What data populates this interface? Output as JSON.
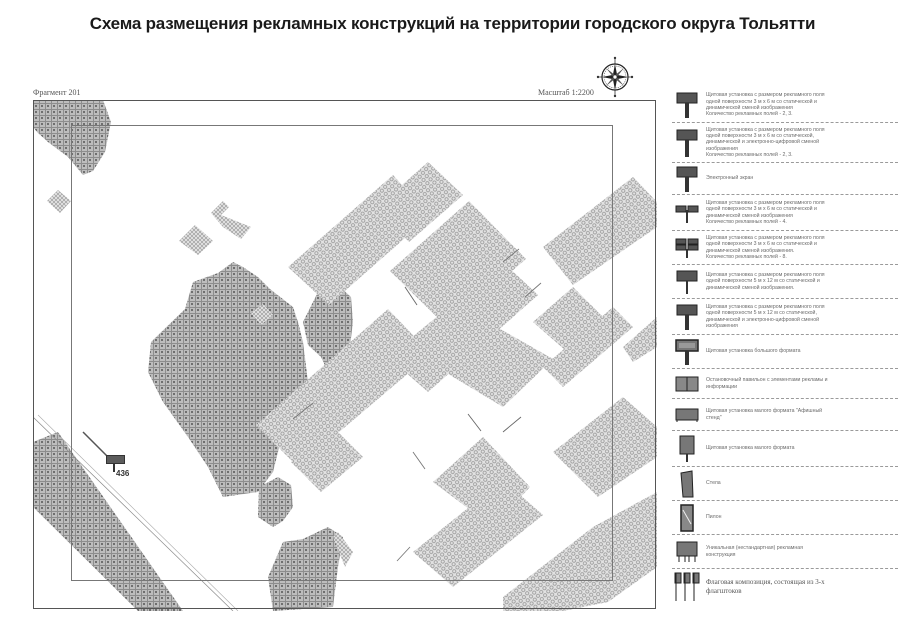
{
  "header": {
    "title": "Схема размещения рекламных конструкций на территории городского округа Тольятти"
  },
  "map": {
    "fragment_label": "Фрагмент 201",
    "scale_label": "Масштаб 1:2200",
    "compass_icon": "compass-rose-icon",
    "markers": [
      {
        "id": "436",
        "label": "436",
        "type": "billboard-3x6-static"
      }
    ],
    "colors": {
      "frame": "#555555",
      "hatch": "#a8a8a8",
      "marker": "#555555"
    }
  },
  "legend": {
    "items": [
      {
        "icon": "billboard-static-icon",
        "lines": [
          "Щитовая установка с размером рекламного поля",
          "одной поверхности 3 м х 6 м со статической и",
          "динамической сменой изображения",
          "Количество рекламных полей - 2, 3."
        ]
      },
      {
        "icon": "billboard-digital-icon",
        "lines": [
          "Щитовая установка с размером рекламного поля",
          "одной поверхности 3 м х 6 м со статической,",
          "динамической и электронно-цифровой сменой",
          "изображения",
          "Количество рекламных полей - 2, 3."
        ]
      },
      {
        "icon": "electronic-screen-icon",
        "lines": [
          "Электронный экран"
        ]
      },
      {
        "icon": "billboard-4-fields-icon",
        "lines": [
          "Щитовая установка с размером рекламного поля",
          "одной поверхности 3 м х 6 м со статической и",
          "динамической сменой изображения",
          "Количество рекламных полей - 4."
        ]
      },
      {
        "icon": "billboard-8-fields-icon",
        "lines": [
          "Щитовая установка с размером рекламного поля",
          "одной поверхности 3 м х 6 м со статической и",
          "динамической сменой изображения.",
          "Количество рекламных полей - 8."
        ]
      },
      {
        "icon": "billboard-5x12-static-icon",
        "lines": [
          "Щитовая установка с размером рекламного поля",
          "одной поверхности 5 м х 12 м со статической и",
          "динамической сменой изображения."
        ]
      },
      {
        "icon": "billboard-5x12-digital-icon",
        "lines": [
          "Щитовая установка с размером рекламного поля",
          "одной поверхности 5 м х 12 м со статической,",
          "динамической и электронно-цифровой сменой",
          "изображения"
        ]
      },
      {
        "icon": "large-format-billboard-icon",
        "lines": [
          "Щитовая установка большого формата"
        ]
      },
      {
        "icon": "bus-stop-pavilion-icon",
        "lines": [
          "Остановочный павильон с элементами рекламы и",
          "информации"
        ]
      },
      {
        "icon": "poster-stand-icon",
        "lines": [
          "Щитовая установка малого формата \"Афишный",
          "стенд\""
        ]
      },
      {
        "icon": "small-billboard-icon",
        "lines": [
          "Щитовая установка малого формата"
        ]
      },
      {
        "icon": "stele-icon",
        "lines": [
          "Стела"
        ]
      },
      {
        "icon": "pylon-icon",
        "lines": [
          "Пилон"
        ]
      },
      {
        "icon": "unique-structure-icon",
        "lines": [
          "Уникальная (нестандартная) рекламная",
          "конструкция"
        ]
      },
      {
        "icon": "flag-composition-icon",
        "lines": [
          "Флаговая композиция, состоящая из 3-х",
          "флагштоков"
        ]
      }
    ]
  }
}
